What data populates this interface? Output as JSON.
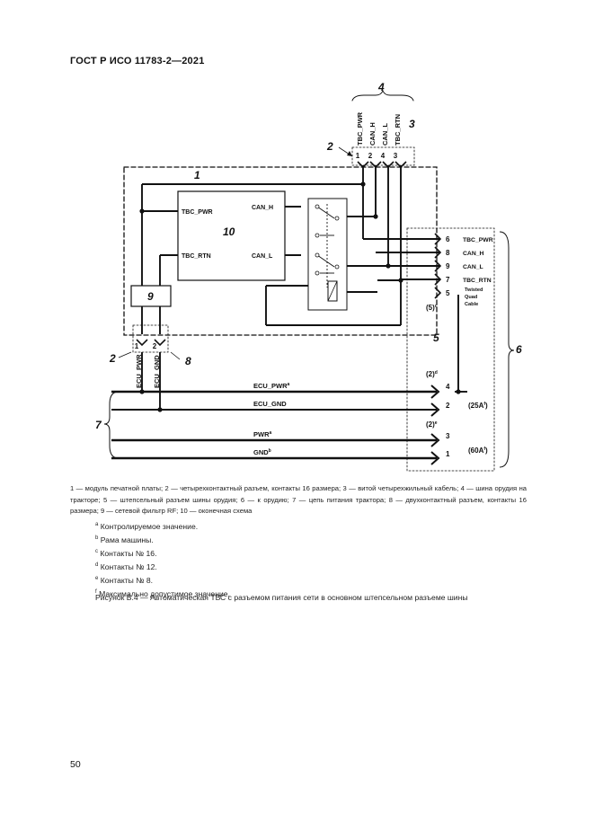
{
  "header": {
    "standard": "ГОСТ Р ИСО 11783-2—2021"
  },
  "diagram": {
    "callouts": {
      "c1": "1",
      "c2a": "2",
      "c2b": "2",
      "c3": "3",
      "c4": "4",
      "c5": "5",
      "c6": "6",
      "c7": "7",
      "c8": "8",
      "c9": "9",
      "c10": "10"
    },
    "cable_labels": [
      "TBC_PWR",
      "CAN_H",
      "CAN_L",
      "TBC_RTN"
    ],
    "top_pins": [
      "1",
      "2",
      "4",
      "3"
    ],
    "ecu_labels": [
      "ECU_PWR",
      "ECU_GND"
    ],
    "ecu_pins": [
      "1",
      "2"
    ],
    "box10": {
      "tbc_pwr": "TBC_PWR",
      "tbc_rtn": "TBC_RTN",
      "can_h": "CAN_H",
      "can_l": "CAN_L"
    },
    "right_pins": [
      {
        "pin": "6",
        "label": "TBC_PWR"
      },
      {
        "pin": "8",
        "label": "CAN_H"
      },
      {
        "pin": "9",
        "label": "CAN_L"
      },
      {
        "pin": "7",
        "label": "TBC_RTN"
      },
      {
        "pin": "5",
        "label": ""
      }
    ],
    "twisted": [
      "Twisted",
      "Quad",
      "Cable"
    ],
    "note_5c": "(5)",
    "note_5c_sup": "c",
    "note_2d": "(2)",
    "note_2d_sup": "d",
    "note_2e": "(2)",
    "note_2e_sup": "e",
    "bus": [
      {
        "label": "ECU_PWR",
        "sup": "a",
        "pin": "4",
        "rating": ""
      },
      {
        "label": "ECU_GND",
        "sup": "",
        "pin": "2",
        "rating": "(25A",
        "rating_sup": "f",
        "rating_end": ")"
      },
      {
        "label": "PWR",
        "sup": "a",
        "pin": "3",
        "rating": ""
      },
      {
        "label": "GND",
        "sup": "b",
        "pin": "1",
        "rating": "(60A",
        "rating_sup": "f",
        "rating_end": ")"
      }
    ]
  },
  "legend": "1 — модуль печатной платы; 2 — четырехконтактный разъем, контакты 16 размера; 3 — витой четырехжильный кабель; 4 — шина орудия на тракторе; 5 — штепсельный разъем шины орудия; 6 — к орудию; 7 — цепь питания трактора; 8 — двухконтактный разъем, контакты 16 размера; 9 — сетевой фильтр RF; 10 — оконечная схема",
  "notes": [
    {
      "sup": "a",
      "text": "Контролируемое значение."
    },
    {
      "sup": "b",
      "text": "Рама машины."
    },
    {
      "sup": "c",
      "text": "Контакты № 16."
    },
    {
      "sup": "d",
      "text": "Контакты № 12."
    },
    {
      "sup": "e",
      "text": "Контакты № 8."
    },
    {
      "sup": "f",
      "text": "Максимально допустимое значение."
    }
  ],
  "caption": "Рисунок В.4 — Автоматическая ТВС с разъемом питания сети в основном штепсельном разъеме шины",
  "page_number": "50"
}
